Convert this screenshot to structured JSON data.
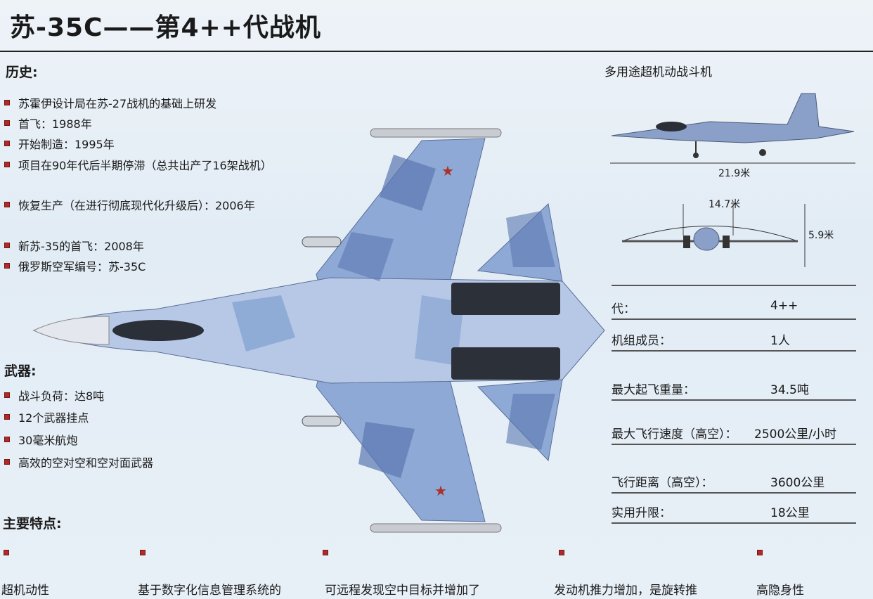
{
  "title": "苏-35C——第4++代战机",
  "history": {
    "heading": "历史:",
    "items": [
      "苏霍伊设计局在苏-27战机的基础上研发",
      "首飞：1988年",
      "开始制造：1995年",
      "项目在90年代后半期停滞（总共出产了16架战机）",
      "恢复生产（在进行彻底现代化升级后）：2006年",
      "新苏-35的首飞：2008年",
      "俄罗斯空军编号：苏-35C"
    ]
  },
  "weapons": {
    "heading": "武器:",
    "items": [
      "战斗负荷：达8吨",
      "12个武器挂点",
      "30毫米航炮",
      "高效的空对空和空对面武器"
    ]
  },
  "features": {
    "heading": "主要特点:",
    "items": [
      "超机动性",
      "基于数字化信息管理系统的",
      "可远程发现空中目标并增加了",
      "发动机推力增加，是旋转推",
      "高隐身性"
    ]
  },
  "right": {
    "subtitle": "多用途超机动战斗机",
    "length": "21.9米",
    "wingspan": "14.7米",
    "height": "5.9米"
  },
  "specs": [
    {
      "label": "代：",
      "value": "4++"
    },
    {
      "label": "机组成员：",
      "value": "1人"
    },
    {
      "label": "最大起飞重量：",
      "value": "34.5吨"
    },
    {
      "label": "最大飞行速度（高空）：",
      "value": "2500公里/小时"
    },
    {
      "label": "飞行距离（高空）：",
      "value": "3600公里"
    },
    {
      "label": "实用升限：",
      "value": "18公里"
    }
  ],
  "colors": {
    "bullet": "#b02a2a",
    "camo_light": "#a9c0e0",
    "camo_mid": "#7f9fd0",
    "camo_dark": "#5a78b0"
  }
}
